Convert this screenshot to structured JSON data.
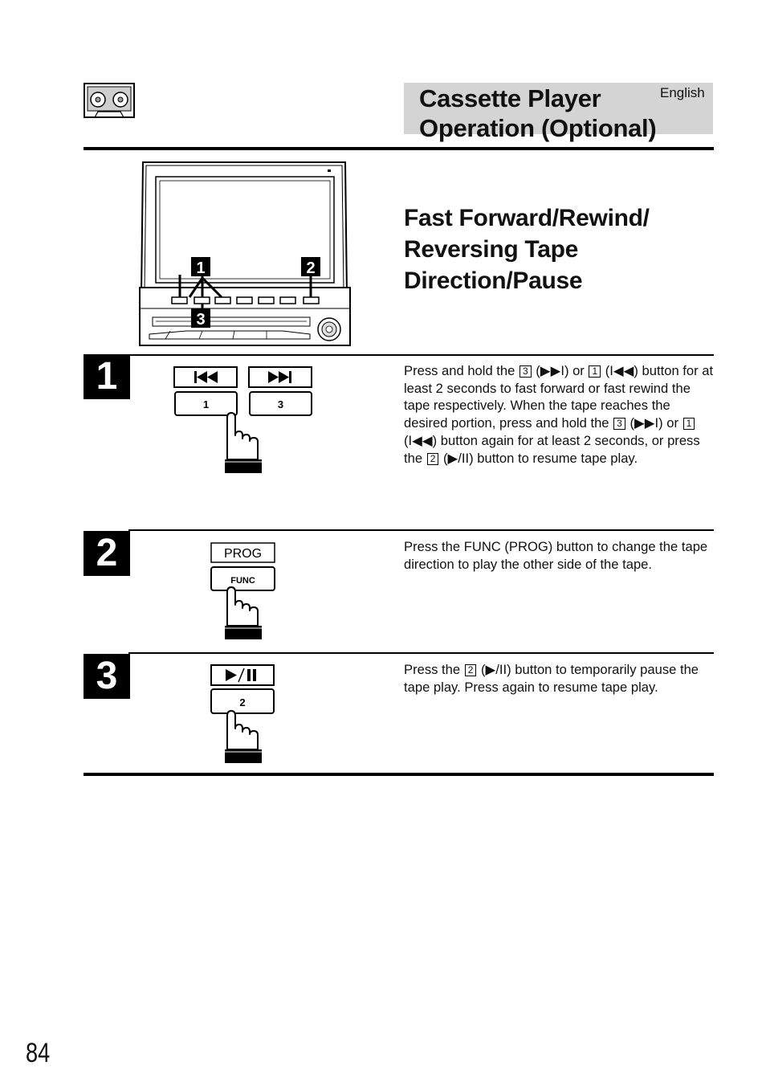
{
  "header": {
    "title_line1": "Cassette Player",
    "title_line2": "Operation (Optional)",
    "language": "English"
  },
  "section": {
    "title_line1": "Fast Forward/Rewind/",
    "title_line2": "Reversing Tape",
    "title_line3": "Direction/Pause"
  },
  "device_callouts": [
    "1",
    "2",
    "3"
  ],
  "steps": [
    {
      "number": "1",
      "button_labels": [
        "1",
        "3"
      ],
      "text": {
        "t1": "Press and hold the ",
        "k1": "3",
        "t2": " (▶▶I) or ",
        "k2": "1",
        "t3": " (I◀◀) button for at least 2 seconds to fast forward or fast rewind the tape respectively. When the tape reaches the desired portion, press and hold the ",
        "k3": "3",
        "t4": " (▶▶I) or ",
        "k4": "1",
        "t5": " (I◀◀) button again for at least 2 seconds, or press the ",
        "k5": "2",
        "t6": " (▶/II) button to resume tape play."
      }
    },
    {
      "number": "2",
      "label_above": "PROG",
      "button_label": "FUNC",
      "text": {
        "t1": "Press the FUNC (PROG) button to change the tape direction to play the other side of the tape."
      }
    },
    {
      "number": "3",
      "button_label": "2",
      "text": {
        "t1": "Press the ",
        "k1": "2",
        "t2": " (▶/II) button to temporarily pause the tape play. Press again to resume tape play."
      }
    }
  ],
  "page_number": "84"
}
